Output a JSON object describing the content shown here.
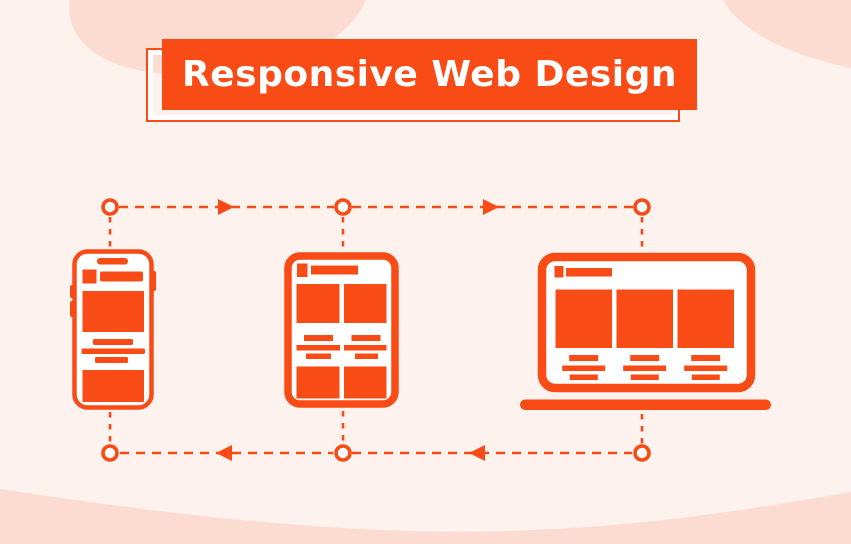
{
  "title_banner": {
    "text": "Responsive Web Design"
  },
  "colors": {
    "accent": "#f94b16",
    "background": "#fdf2ee",
    "blob": "#fcdcd1",
    "surface": "#ffffff"
  },
  "flow_diagram": {
    "devices": [
      {
        "name": "smartphone"
      },
      {
        "name": "tablet"
      },
      {
        "name": "laptop"
      }
    ],
    "top_row_arrow_direction": "right",
    "bottom_row_arrow_direction": "left"
  }
}
